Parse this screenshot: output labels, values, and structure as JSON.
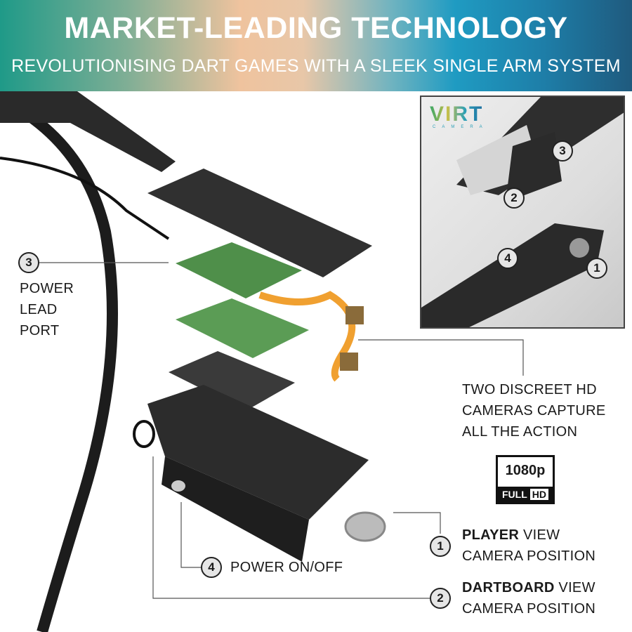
{
  "header": {
    "title": "MARKET-LEADING TECHNOLOGY",
    "subtitle": "REVOLUTIONISING DART GAMES WITH A SLEEK SINGLE ARM SYSTEM"
  },
  "inset": {
    "logo": "VIRT",
    "logo_sub": "CAMERA",
    "markers": [
      "3",
      "2",
      "4",
      "1"
    ]
  },
  "callouts": {
    "power_lead": {
      "num": "3",
      "lines": [
        "POWER",
        "LEAD",
        "PORT"
      ]
    },
    "cameras": {
      "lines": [
        "TWO DISCREET HD",
        "CAMERAS CAPTURE",
        "ALL THE ACTION"
      ]
    },
    "power_switch": {
      "num": "4",
      "text": "POWER ON/OFF"
    },
    "player": {
      "num": "1",
      "bold": "PLAYER",
      "rest": " VIEW",
      "line2": "CAMERA POSITION"
    },
    "dartboard": {
      "num": "2",
      "bold": "DARTBOARD",
      "rest": " VIEW",
      "line2": "CAMERA POSITION"
    }
  },
  "badge": {
    "resolution": "1080p",
    "full": "FULL",
    "hd": "HD"
  }
}
